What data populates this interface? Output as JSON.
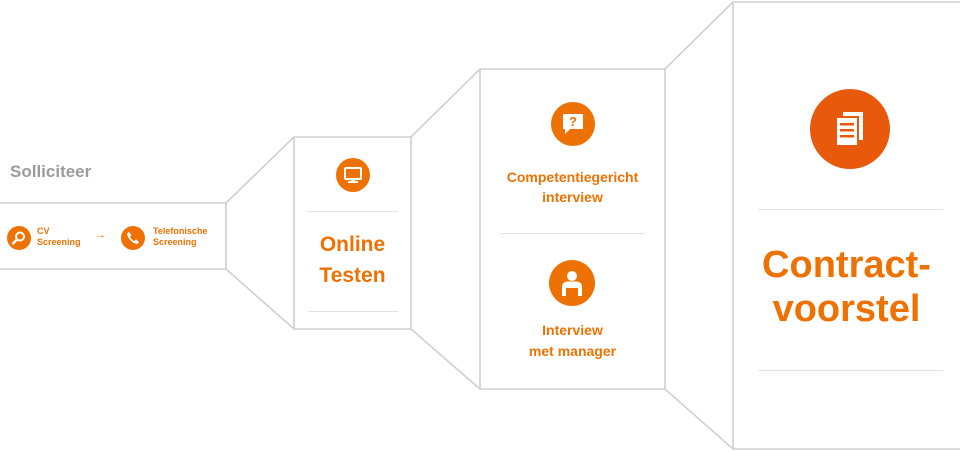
{
  "colors": {
    "accent": "#ee7203",
    "accent_dark": "#e8590c",
    "outline": "#cfcfcf",
    "muted_text": "#9b9b9b"
  },
  "stage1": {
    "title": "Solliciteer",
    "step_a": {
      "icon": "search-icon",
      "line1": "CV",
      "line2": "Screening"
    },
    "arrow": "→",
    "step_b": {
      "icon": "phone-icon",
      "line1": "Telefonische",
      "line2": "Screening"
    }
  },
  "stage2": {
    "icon": "monitor-icon",
    "line1": "Online",
    "line2": "Testen"
  },
  "stage3": {
    "item1": {
      "icon": "question-bubble-icon",
      "glyph": "?",
      "line1": "Competentiegericht",
      "line2": "interview"
    },
    "item2": {
      "icon": "person-icon",
      "line1": "Interview",
      "line2": "met manager"
    }
  },
  "stage4": {
    "icon": "document-icon",
    "line1": "Contract-",
    "line2": "voorstel"
  }
}
